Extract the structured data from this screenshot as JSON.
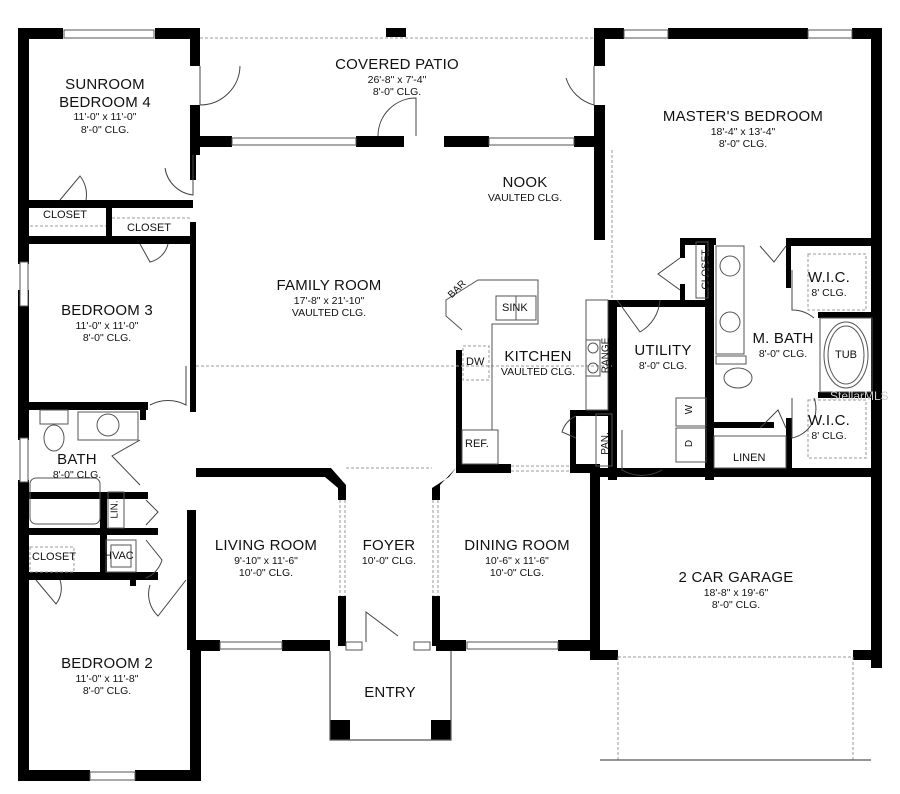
{
  "plan": {
    "rooms": {
      "sunroom": {
        "name1": "SUNROOM",
        "name2": "BEDROOM 4",
        "size": "11'-0\" x 11'-0\"",
        "ceiling": "8'-0\" CLG."
      },
      "patio": {
        "name": "COVERED PATIO",
        "size": "26'-8\" x 7'-4\"",
        "ceiling": "8'-0\" CLG."
      },
      "master": {
        "name": "MASTER'S BEDROOM",
        "size": "18'-4\" x 13'-4\"",
        "ceiling": "8'-0\" CLG."
      },
      "nook": {
        "name": "NOOK",
        "ceiling": "VAULTED CLG."
      },
      "family": {
        "name": "FAMILY ROOM",
        "size": "17'-8\" x 21'-10\"",
        "ceiling": "VAULTED CLG."
      },
      "bedroom3": {
        "name": "BEDROOM 3",
        "size": "11'-0\" x 11'-0\"",
        "ceiling": "8'-0\" CLG."
      },
      "bath": {
        "name": "BATH",
        "ceiling": "8'-0\" CLG."
      },
      "kitchen": {
        "name": "KITCHEN",
        "ceiling": "VAULTED CLG."
      },
      "utility": {
        "name": "UTILITY",
        "ceiling": "8'-0\" CLG."
      },
      "mbath": {
        "name": "M. BATH",
        "ceiling": "8'-0\" CLG."
      },
      "wic1": {
        "name": "W.I.C.",
        "ceiling": "8' CLG."
      },
      "wic2": {
        "name": "W.I.C.",
        "ceiling": "8' CLG."
      },
      "living": {
        "name": "LIVING ROOM",
        "size": "9'-10\" x 11'-6\"",
        "ceiling": "10'-0\" CLG."
      },
      "foyer": {
        "name": "FOYER",
        "ceiling": "10'-0\" CLG."
      },
      "dining": {
        "name": "DINING ROOM",
        "size": "10'-6\" x 11'-6\"",
        "ceiling": "10'-0\" CLG."
      },
      "garage": {
        "name": "2 CAR GARAGE",
        "size": "18'-8\" x 19'-6\"",
        "ceiling": "8'-0\" CLG."
      },
      "bedroom2": {
        "name": "BEDROOM 2",
        "size": "11'-0\" x 11'-8\"",
        "ceiling": "8'-0\" CLG."
      },
      "entry": {
        "name": "ENTRY"
      }
    },
    "fixtures": {
      "closet_a": "CLOSET",
      "closet_b": "CLOSET",
      "closet_c": "CLOSET",
      "closet_master": "CLOSET",
      "bar": "BAR",
      "sink": "SINK",
      "dw": "DW",
      "ref": "REF.",
      "range": "RANGE",
      "pan": "PAN.",
      "lin": "LIN.",
      "hvac": "HVAC",
      "linen": "LINEN",
      "tub": "TUB",
      "washer": "W",
      "dryer": "D"
    },
    "watermark": "StellarMLS"
  }
}
